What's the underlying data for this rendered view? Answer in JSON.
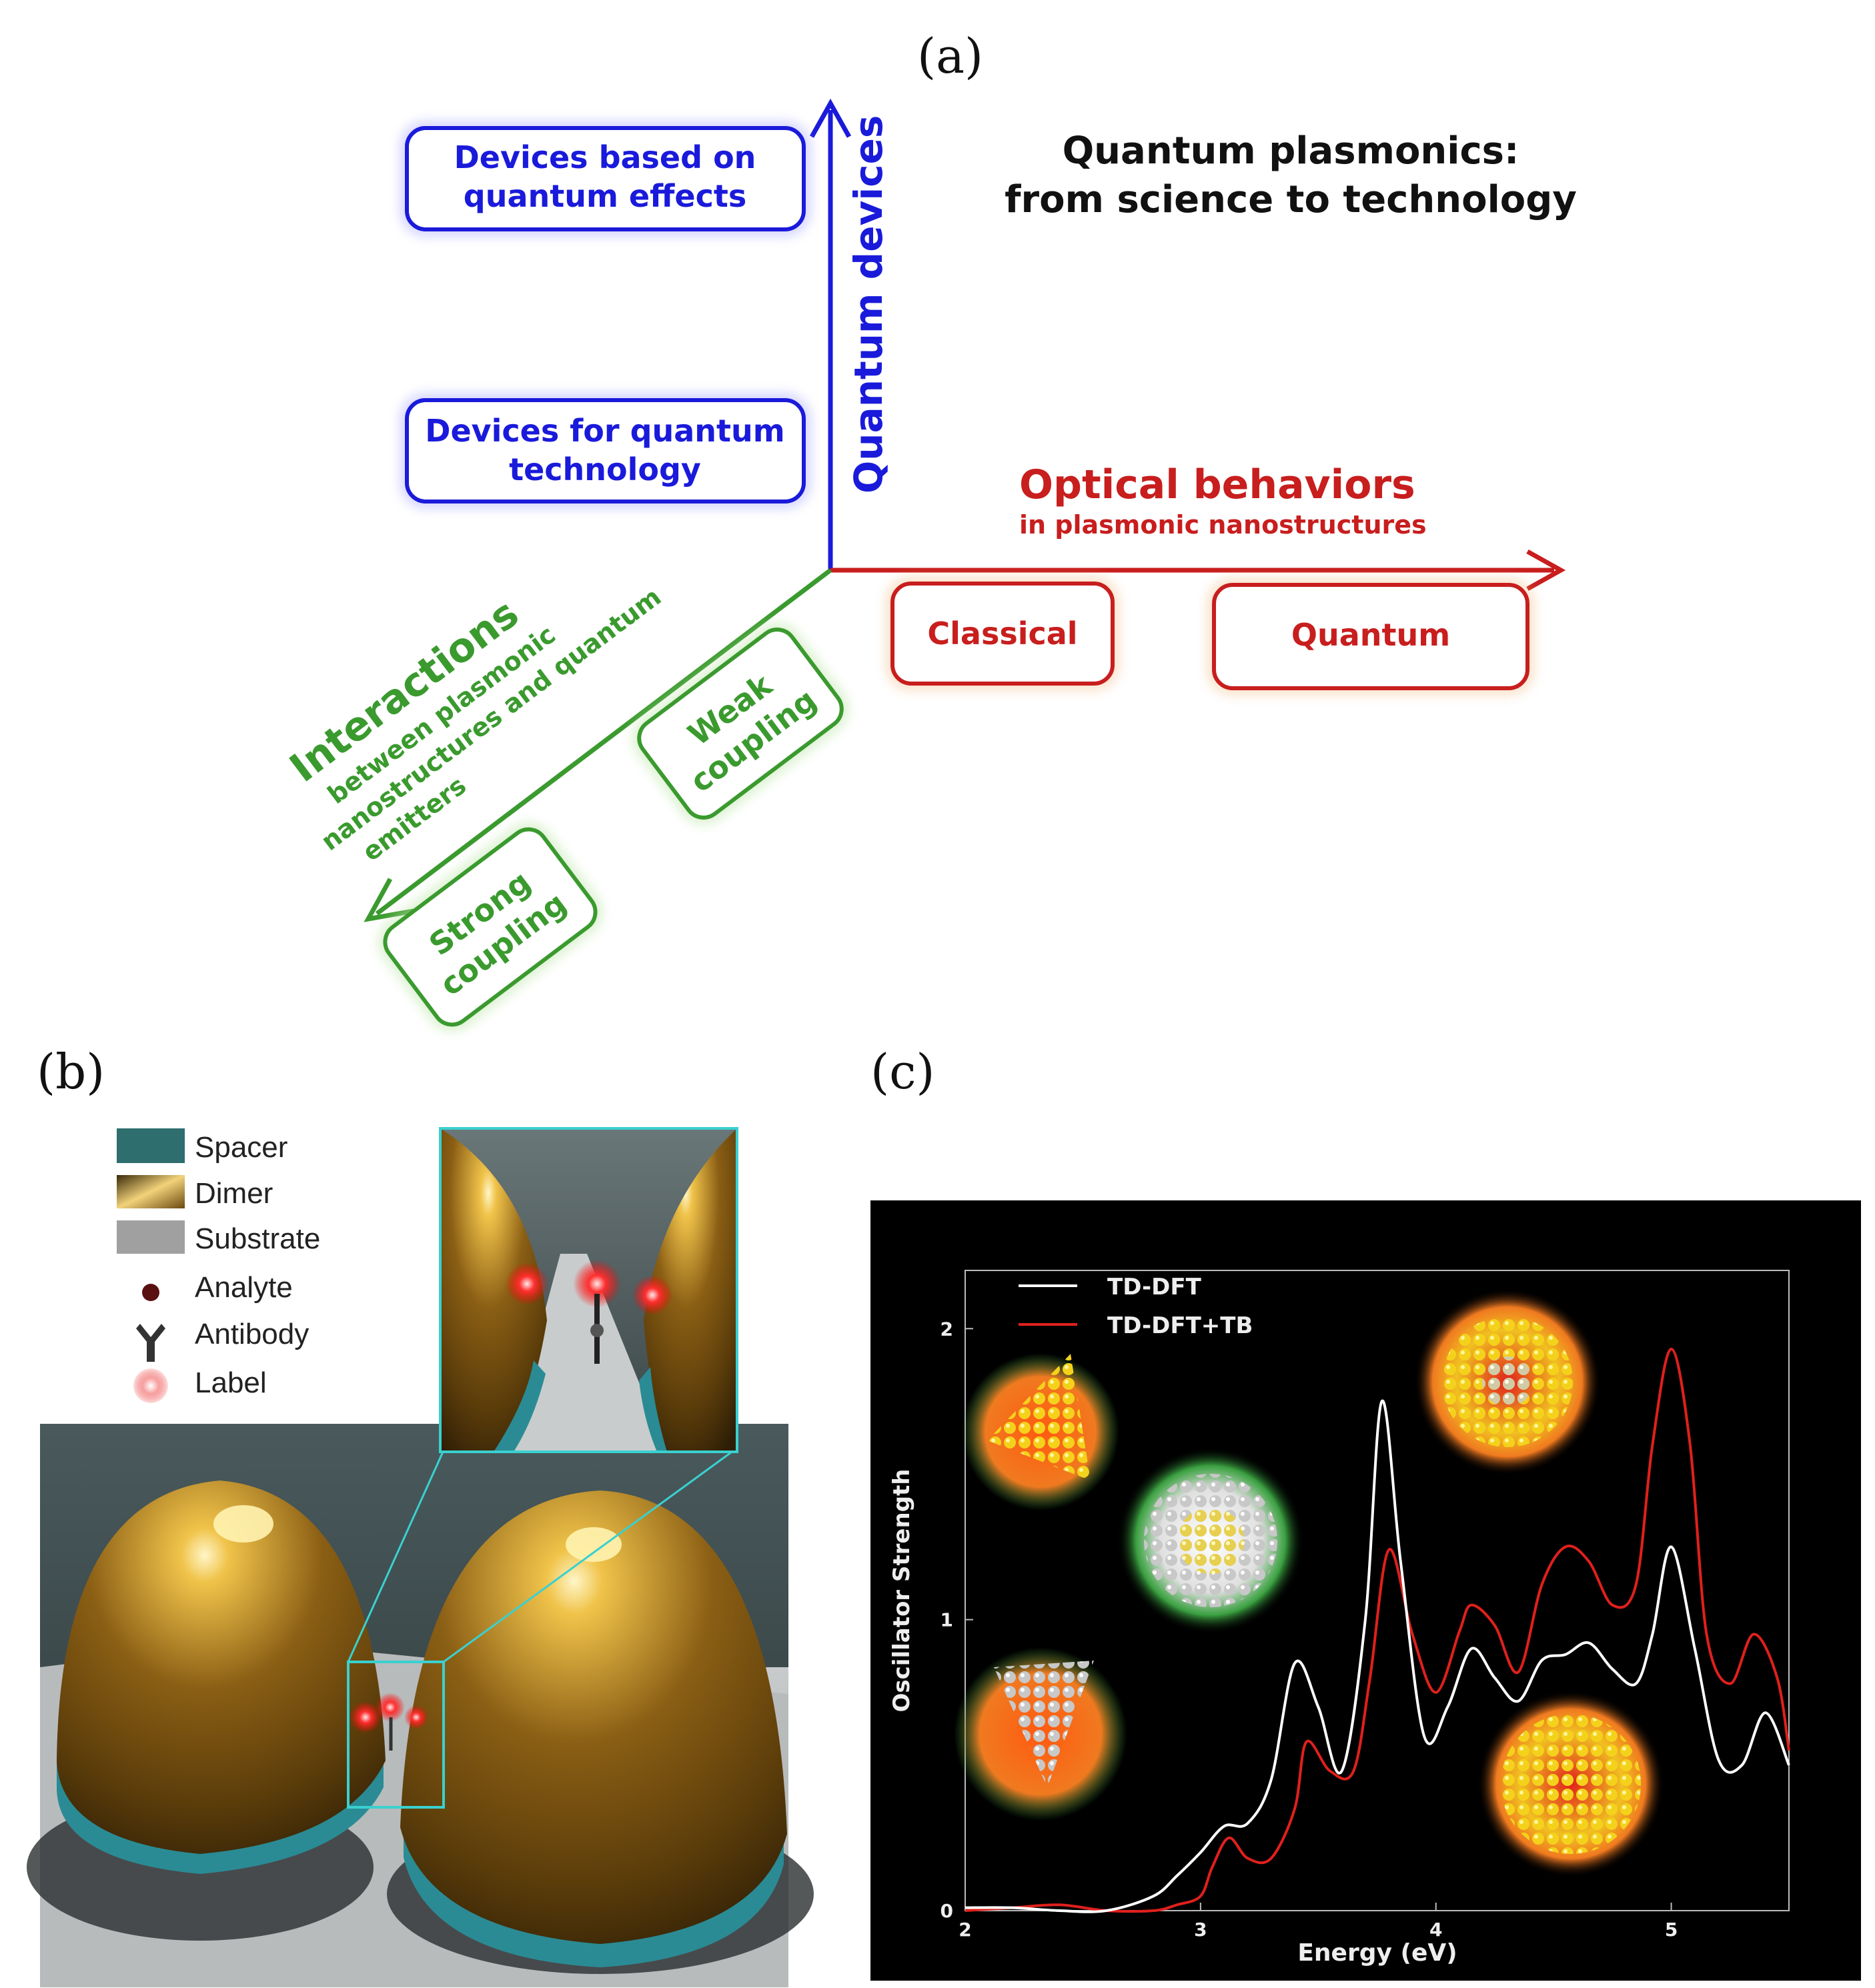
{
  "panel_labels": {
    "a": "(a)",
    "b": "(b)",
    "c": "(c)"
  },
  "panel_a": {
    "title_line1": "Quantum plasmonics:",
    "title_line2": "from science to technology",
    "vertical_axis": "Quantum devices",
    "horizontal_axis": "Optical behaviors",
    "horizontal_axis_sub": "in plasmonic nanostructures",
    "diagonal_axis": "Interactions",
    "diagonal_axis_sub1": "between plasmonic",
    "diagonal_axis_sub2": "nanostructures and quantum",
    "diagonal_axis_sub3": "emitters",
    "box_devices_effects_1": "Devices based on",
    "box_devices_effects_2": "quantum effects",
    "box_devices_tech_1": "Devices for quantum",
    "box_devices_tech_2": "technology",
    "box_classical": "Classical",
    "box_quantum": "Quantum",
    "box_weak_1": "Weak",
    "box_weak_2": "coupling",
    "box_strong_1": "Strong",
    "box_strong_2": "coupling",
    "colors": {
      "blue": "#1a1adb",
      "red": "#c81e1e",
      "green": "#3a9a2e"
    }
  },
  "panel_b": {
    "legend": [
      "Spacer",
      "Dimer",
      "Substrate",
      "Analyte",
      "Antibody",
      "Label"
    ]
  },
  "chart_data": {
    "type": "line",
    "title": "",
    "xlabel": "Energy (eV)",
    "ylabel": "Oscillator Strength",
    "xlim": [
      2,
      5.5
    ],
    "ylim": [
      0,
      2.2
    ],
    "xticks": [
      "2",
      "3",
      "4",
      "5"
    ],
    "yticks": [
      "0",
      "1",
      "2"
    ],
    "legend_placement": "top-left",
    "series": [
      {
        "name": "TD-DFT",
        "color": "#ffffff",
        "x": [
          2.0,
          2.2,
          2.4,
          2.6,
          2.8,
          2.9,
          3.0,
          3.1,
          3.2,
          3.3,
          3.4,
          3.5,
          3.6,
          3.7,
          3.77,
          3.85,
          3.95,
          4.05,
          4.15,
          4.25,
          4.35,
          4.45,
          4.55,
          4.65,
          4.75,
          4.85,
          4.92,
          5.0,
          5.1,
          5.2,
          5.3,
          5.4,
          5.5
        ],
        "values": [
          0.01,
          0.01,
          0.0,
          0.0,
          0.05,
          0.12,
          0.2,
          0.29,
          0.3,
          0.45,
          0.85,
          0.7,
          0.48,
          1.0,
          1.75,
          1.2,
          0.6,
          0.7,
          0.9,
          0.8,
          0.72,
          0.86,
          0.88,
          0.92,
          0.83,
          0.78,
          0.95,
          1.25,
          0.9,
          0.52,
          0.5,
          0.68,
          0.5
        ]
      },
      {
        "name": "TD-DFT+TB",
        "color": "#e0201c",
        "x": [
          2.0,
          2.2,
          2.4,
          2.6,
          2.8,
          2.9,
          3.0,
          3.05,
          3.12,
          3.2,
          3.3,
          3.4,
          3.45,
          3.55,
          3.65,
          3.72,
          3.8,
          3.9,
          4.0,
          4.1,
          4.15,
          4.25,
          4.35,
          4.45,
          4.55,
          4.65,
          4.75,
          4.85,
          4.92,
          5.0,
          5.08,
          5.15,
          5.25,
          5.35,
          5.45,
          5.5
        ],
        "values": [
          0.0,
          0.01,
          0.02,
          0.0,
          0.0,
          0.02,
          0.05,
          0.15,
          0.25,
          0.18,
          0.18,
          0.35,
          0.58,
          0.48,
          0.48,
          0.8,
          1.24,
          0.95,
          0.75,
          0.96,
          1.05,
          0.98,
          0.82,
          1.12,
          1.25,
          1.2,
          1.05,
          1.12,
          1.6,
          1.93,
          1.6,
          0.95,
          0.78,
          0.95,
          0.8,
          0.55
        ]
      }
    ]
  }
}
